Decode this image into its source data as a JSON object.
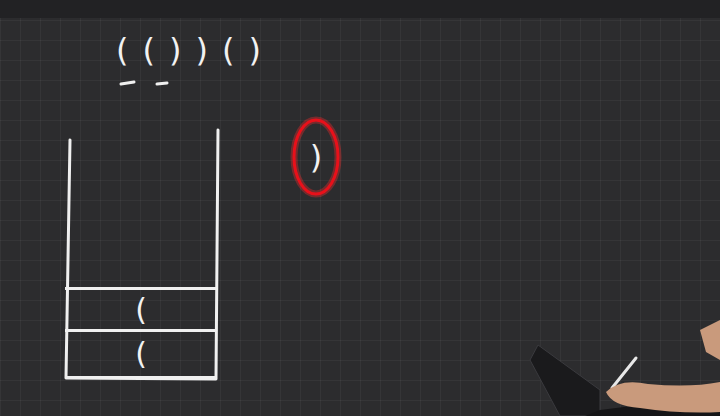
{
  "diagram": {
    "nodes": [
      {
        "text": [
          ")"
        ]
      },
      {
        "text": [
          "("
        ]
      },
      {
        "text": [
          "("
        ]
      }
    ],
    "labels": [
      "(())()"
    ]
  }
}
